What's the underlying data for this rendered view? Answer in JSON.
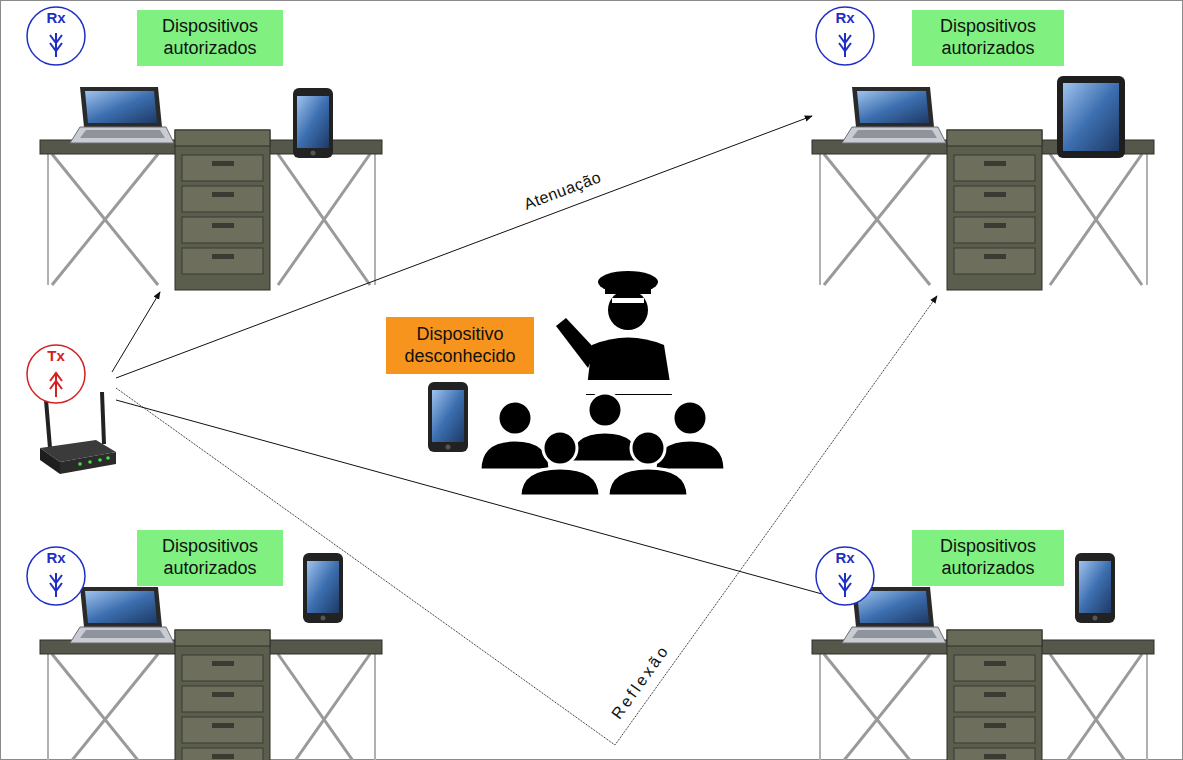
{
  "diagram": {
    "nodes": [
      {
        "text": [
          "Rx"
        ]
      },
      {
        "text": [
          "Dispositivos autorizados"
        ]
      },
      {
        "text": [
          "Rx"
        ]
      },
      {
        "text": [
          "Dispositivos autorizados"
        ]
      },
      {
        "text": [
          "Tx"
        ]
      },
      {
        "text": [
          "Dispositivo desconhecido"
        ]
      },
      {
        "text": [
          "Rx"
        ]
      },
      {
        "text": [
          "Dispositivos autorizados"
        ]
      },
      {
        "text": [
          "Rx"
        ]
      },
      {
        "text": [
          "Dispositivos autorizados"
        ]
      }
    ],
    "labels": [
      "Atenuação",
      "Reflexão"
    ]
  }
}
